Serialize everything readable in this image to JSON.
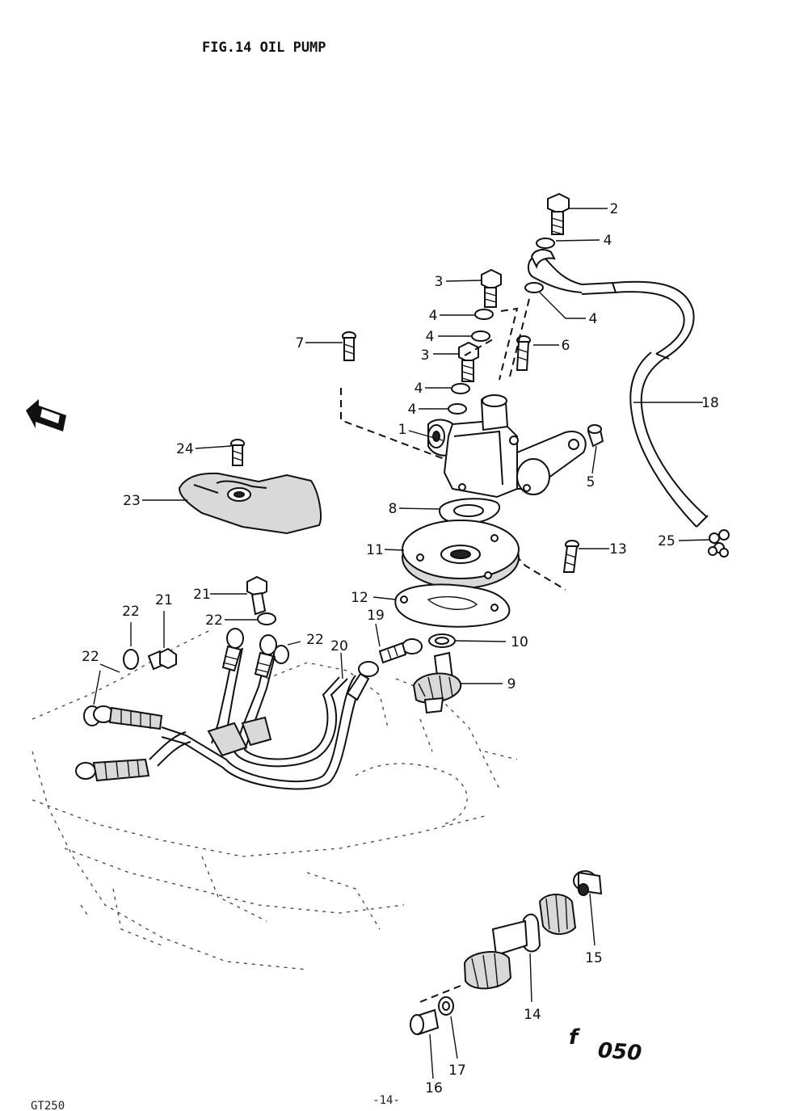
{
  "figure": {
    "title": "FIG.14  OIL PUMP",
    "model": "GT250",
    "page_number": "-14-",
    "stamp": "050",
    "stamp_prefix": "f"
  },
  "callouts": [
    "1",
    "2",
    "3",
    "4",
    "5",
    "6",
    "7",
    "8",
    "9",
    "10",
    "11",
    "12",
    "13",
    "14",
    "15",
    "16",
    "17",
    "18",
    "19",
    "20",
    "21",
    "22",
    "23",
    "24",
    "25"
  ],
  "icons": {
    "front_arrow": "front-arrow-icon"
  }
}
